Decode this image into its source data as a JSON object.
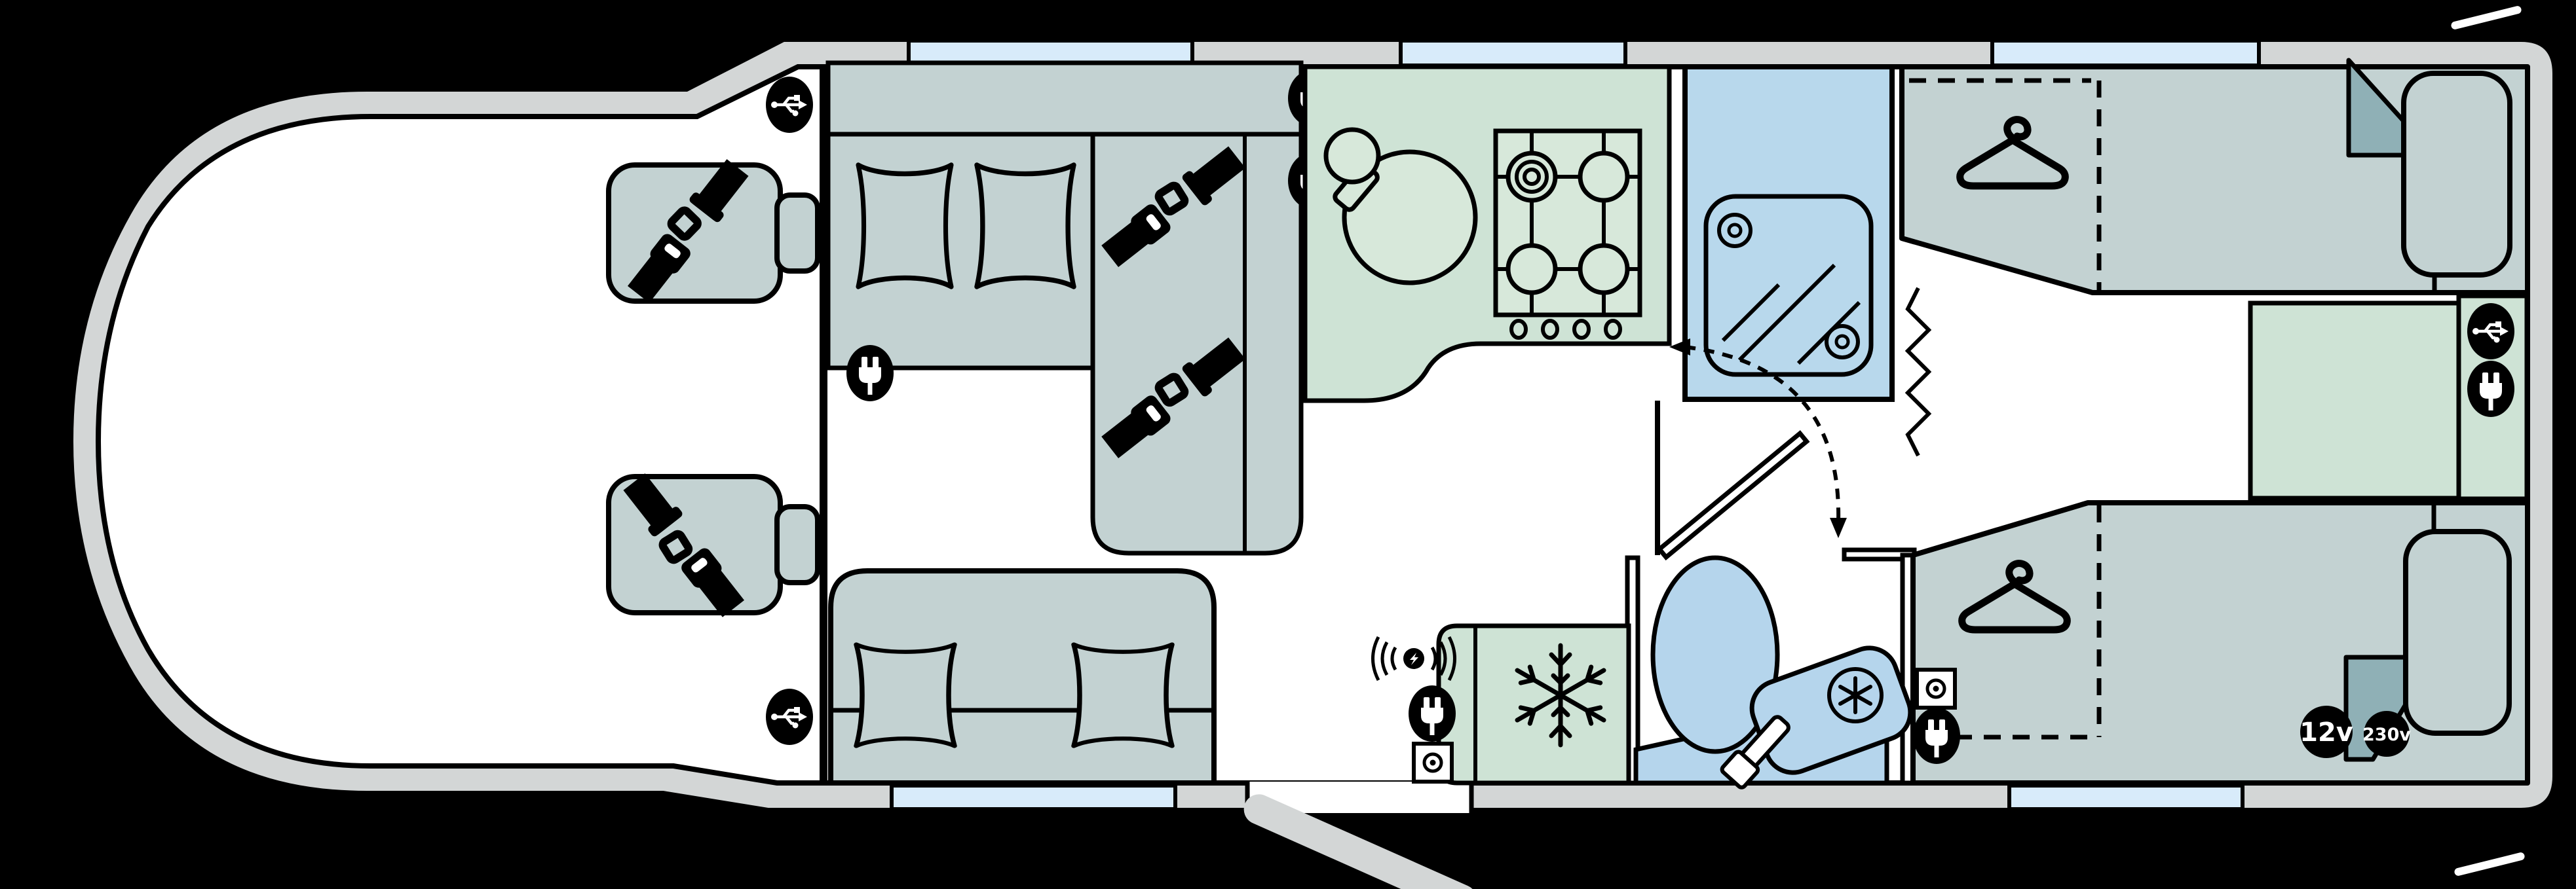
{
  "floorplan": {
    "vehicle_type": "motorhome",
    "view": "top-down floor plan",
    "labels": {
      "socket_12v": "12v",
      "socket_230v": "230v"
    },
    "colors": {
      "background": "#000000",
      "body_wall": "#d3d6d6",
      "floor": "#ffffff",
      "furniture": "#c3d2d2",
      "kitchen_green": "#cee3d5",
      "appliance_surface": "#d7e8da",
      "shower_blue": "#b8d8ec",
      "sanitary_blue": "#b5d5ec",
      "window_blue": "#d8ebfa",
      "duvet_fold": "#8fb0b6",
      "outline": "#000000"
    },
    "areas": [
      "cab-with-two-belted-swivel-seats",
      "dinette-bench-with-cushions",
      "travel-bench-with-two-seatbelts",
      "kitchen-with-round-sink-and-four-burner-hob",
      "shower-cubicle",
      "washroom-with-swivel-toilet-and-basin",
      "fridge-freezer",
      "sofa-with-two-cushions",
      "entry-door-open",
      "nearside-twin-bed-with-wardrobe",
      "offside-twin-bed-with-wardrobe",
      "rear-chest-between-beds"
    ],
    "icons": [
      "usb-socket",
      "mains-socket",
      "tv-socket",
      "aerial-socket",
      "snowflake-fridge",
      "coat-hanger",
      "seatbelt",
      "12v-socket",
      "230v-socket",
      "door-swing-arrow",
      "curtain-zigzag"
    ]
  }
}
